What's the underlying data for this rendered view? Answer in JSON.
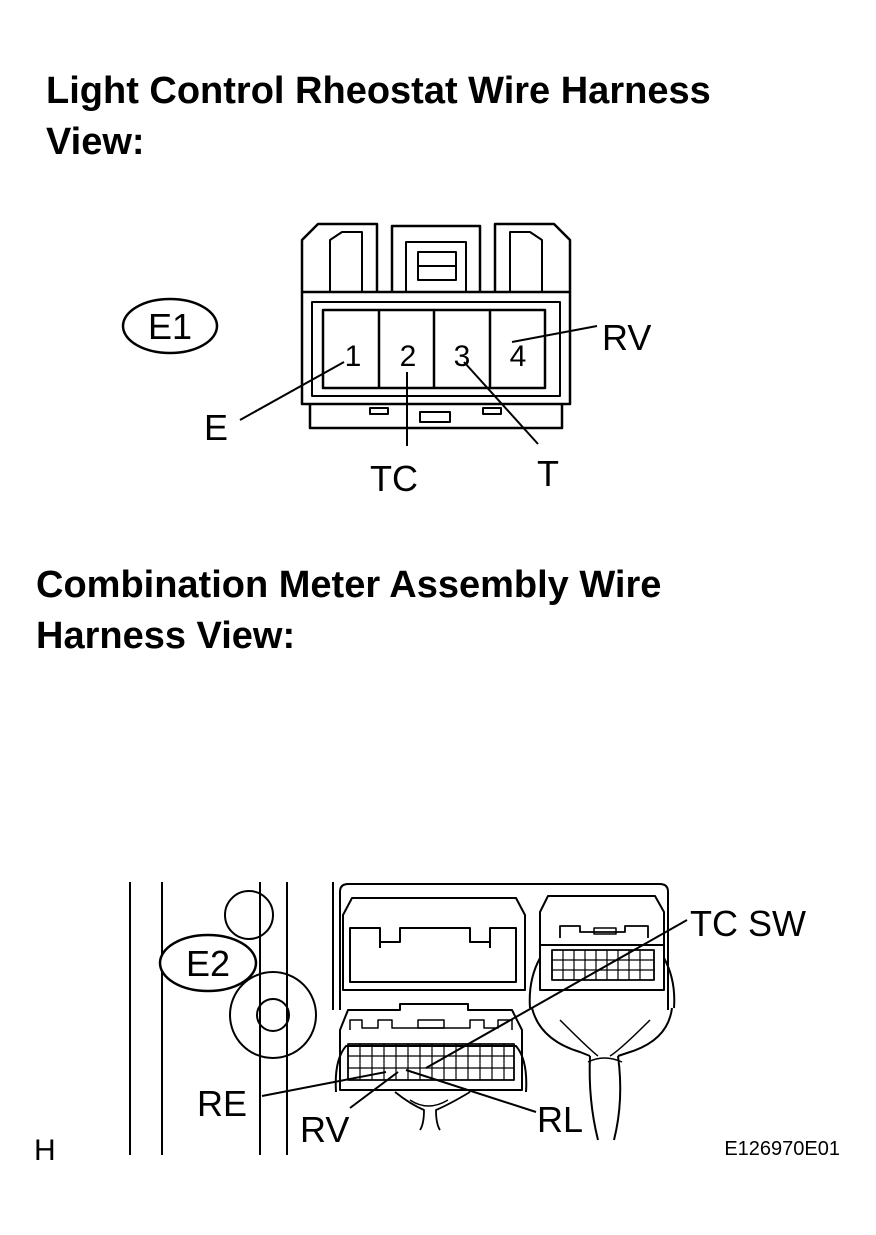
{
  "section1": {
    "title_line1": "Light Control Rheostat Wire Harness",
    "title_line2": "View:",
    "connector_id": "E1",
    "pins": [
      "1",
      "2",
      "3",
      "4"
    ],
    "terminals": {
      "pin1": "E",
      "pin2": "TC",
      "pin3": "T",
      "pin4": "RV"
    }
  },
  "section2": {
    "title_line1": "Combination Meter Assembly Wire",
    "title_line2": "Harness View:",
    "connector_id": "E2",
    "terminals": {
      "tc_sw": "TC SW",
      "re": "RE",
      "rv": "RV",
      "rl": "RL"
    }
  },
  "footer": {
    "left_mark": "H",
    "figure_code": "E126970E01"
  }
}
